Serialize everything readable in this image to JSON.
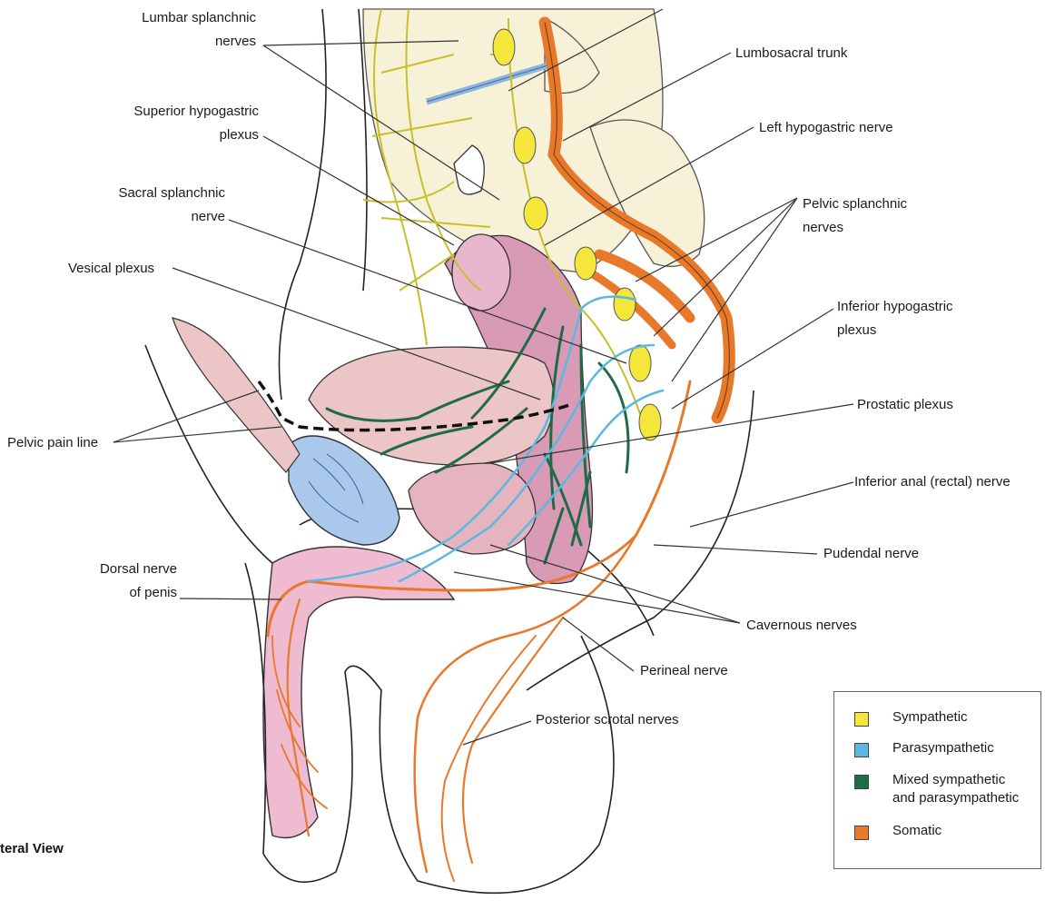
{
  "title_fragment": "teral View",
  "labels": {
    "lumbar_splanchnic": [
      "Lumbar splanchnic",
      "nerves"
    ],
    "superior_hypogastric": [
      "Superior hypogastric",
      "plexus"
    ],
    "sacral_splanchnic": [
      "Sacral splanchnic",
      "nerve"
    ],
    "vesical_plexus": [
      "Vesical plexus"
    ],
    "pelvic_pain_line": [
      "Pelvic pain line"
    ],
    "dorsal_nerve_penis": [
      "Dorsal nerve",
      "of penis"
    ],
    "lumbosacral_trunk": [
      "Lumbosacral trunk"
    ],
    "left_hypogastric": [
      "Left hypogastric nerve"
    ],
    "pelvic_splanchnic": [
      "Pelvic splanchnic",
      "nerves"
    ],
    "inferior_hypogastric": [
      "Inferior hypogastric",
      "plexus"
    ],
    "prostatic_plexus": [
      "Prostatic plexus"
    ],
    "inferior_anal": [
      "Inferior anal (rectal) nerve"
    ],
    "pudendal": [
      "Pudendal nerve"
    ],
    "cavernous": [
      "Cavernous nerves"
    ],
    "perineal": [
      "Perineal nerve"
    ],
    "posterior_scrotal": [
      "Posterior scrotal nerves"
    ]
  },
  "legend": [
    {
      "lines": [
        "Sympathetic"
      ],
      "color": "#f5e63c"
    },
    {
      "lines": [
        "Parasympathetic"
      ],
      "color": "#5bb8e0"
    },
    {
      "lines": [
        "Mixed sympathetic",
        "and parasympathetic"
      ],
      "color": "#1f6b45"
    },
    {
      "lines": [
        "Somatic"
      ],
      "color": "#e8782a"
    }
  ],
  "colors": {
    "sympathetic": "#f5e63c",
    "parasympathetic": "#5bb8e0",
    "mixed": "#1f6b45",
    "somatic": "#e8782a",
    "bone": "#f7f1d8",
    "tissue": "#ecc6c6",
    "bladder": "#a9c8ec"
  }
}
